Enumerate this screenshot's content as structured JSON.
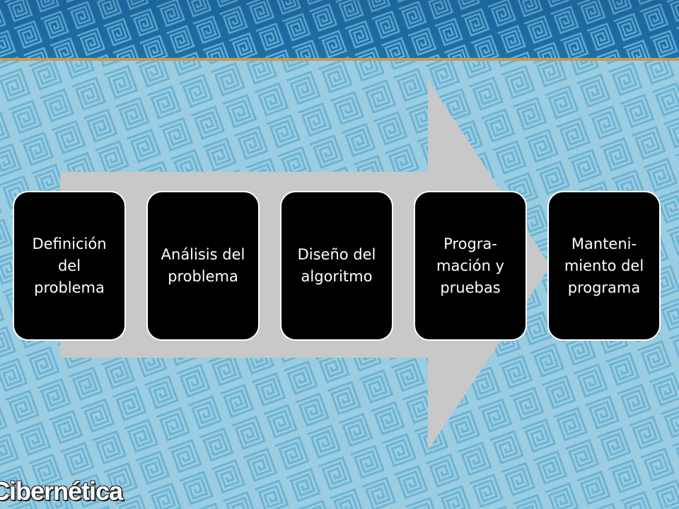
{
  "colors": {
    "background": "#8cc6de",
    "pattern": "#5aa9cc",
    "top_band": "#1f70a6",
    "arrow": "#c8c8c8",
    "step_fill": "#000000",
    "step_text": "#ffffff"
  },
  "diagram": {
    "type": "process-arrow",
    "steps": [
      {
        "label": "Definición del problema"
      },
      {
        "label": "Análisis del problema"
      },
      {
        "label": "Diseño del algoritmo"
      },
      {
        "label": "Progra-mación y pruebas"
      },
      {
        "label": "Manteni-miento del programa"
      }
    ]
  },
  "footer": {
    "brand": "Cibernética"
  }
}
